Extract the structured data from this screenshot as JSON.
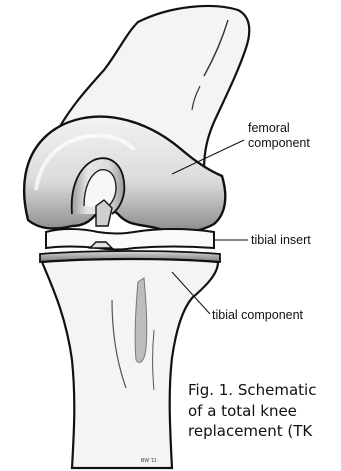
{
  "labels": {
    "femoral_component": "femoral component",
    "tibial_insert": "tibial insert",
    "tibial_component": "tibial component"
  },
  "credit": "BW '11",
  "caption": {
    "line1": "Fig. 1. Schematic",
    "line2": "of a total knee",
    "line3": "replacement (TK"
  },
  "colors": {
    "bone_fill": "#f4f4f4",
    "outline": "#111111",
    "metal_dark": "#8f8f8f",
    "metal_light": "#ececec",
    "insert_fill": "#fafafa"
  }
}
